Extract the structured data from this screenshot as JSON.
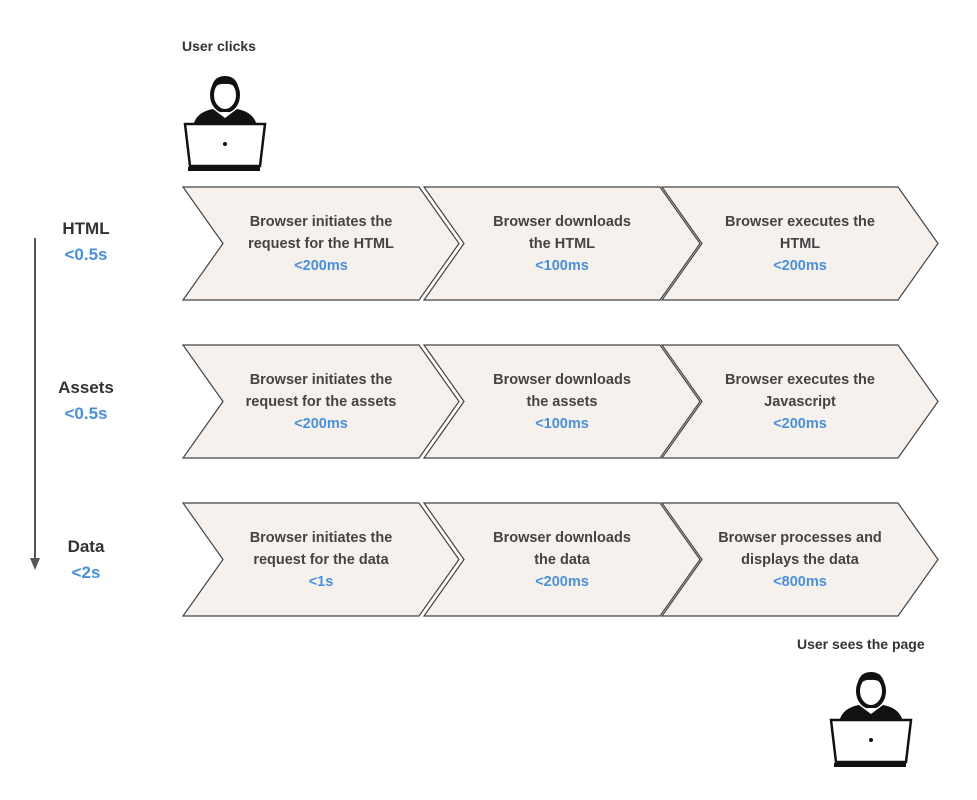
{
  "start_user": {
    "label": "User clicks",
    "icon": "user-at-laptop-icon"
  },
  "end_user": {
    "label": "User sees the page",
    "icon": "user-at-laptop-icon"
  },
  "timeline": {
    "icon": "down-arrow-icon"
  },
  "colors": {
    "step_fill": "#f7f1ee",
    "step_stroke": "#444444",
    "time_text": "#4a90d9",
    "main_text": "#333333"
  },
  "stages": [
    {
      "name": "HTML",
      "time": "<0.5s",
      "steps": [
        {
          "line1": "Browser initiates the",
          "line2": "request for the HTML",
          "time": "<200ms"
        },
        {
          "line1": "Browser downloads",
          "line2": "the HTML",
          "time": "<100ms"
        },
        {
          "line1": "Browser executes the",
          "line2": "HTML",
          "time": "<200ms"
        }
      ]
    },
    {
      "name": "Assets",
      "time": "<0.5s",
      "steps": [
        {
          "line1": "Browser initiates the",
          "line2": "request for the assets",
          "time": "<200ms"
        },
        {
          "line1": "Browser downloads",
          "line2": "the assets",
          "time": "<100ms"
        },
        {
          "line1": "Browser executes the",
          "line2": "Javascript",
          "time": "<200ms"
        }
      ]
    },
    {
      "name": "Data",
      "time": "<2s",
      "steps": [
        {
          "line1": "Browser initiates the",
          "line2": "request for the data",
          "time": "<1s"
        },
        {
          "line1": "Browser downloads",
          "line2": "the data",
          "time": "<200ms"
        },
        {
          "line1": "Browser processes and",
          "line2": "displays the data",
          "time": "<800ms"
        }
      ]
    }
  ]
}
